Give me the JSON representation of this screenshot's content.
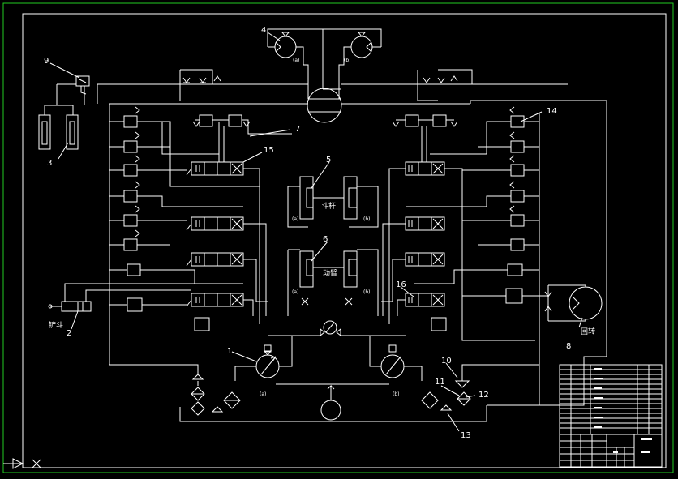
{
  "drawing": {
    "frame_color": "#22cc22",
    "line_color": "#ffffff",
    "background": "#000000"
  },
  "callouts": [
    "1",
    "2",
    "3",
    "4",
    "5",
    "6",
    "7",
    "8",
    "9",
    "10",
    "11",
    "12",
    "13",
    "14",
    "15",
    "16"
  ],
  "port_labels": {
    "motor_a": "(a)",
    "motor_b": "(b)",
    "cyl5_a": "(a)",
    "cyl5_b": "(b)",
    "cyl6_a": "(a)",
    "cyl6_b": "(b)",
    "pump_a": "(a)",
    "pump_b": "(b)"
  },
  "text_labels": {
    "cyl5": "斗杆",
    "cyl6": "动臂",
    "bucket": "铲斗",
    "swing": "回转"
  }
}
